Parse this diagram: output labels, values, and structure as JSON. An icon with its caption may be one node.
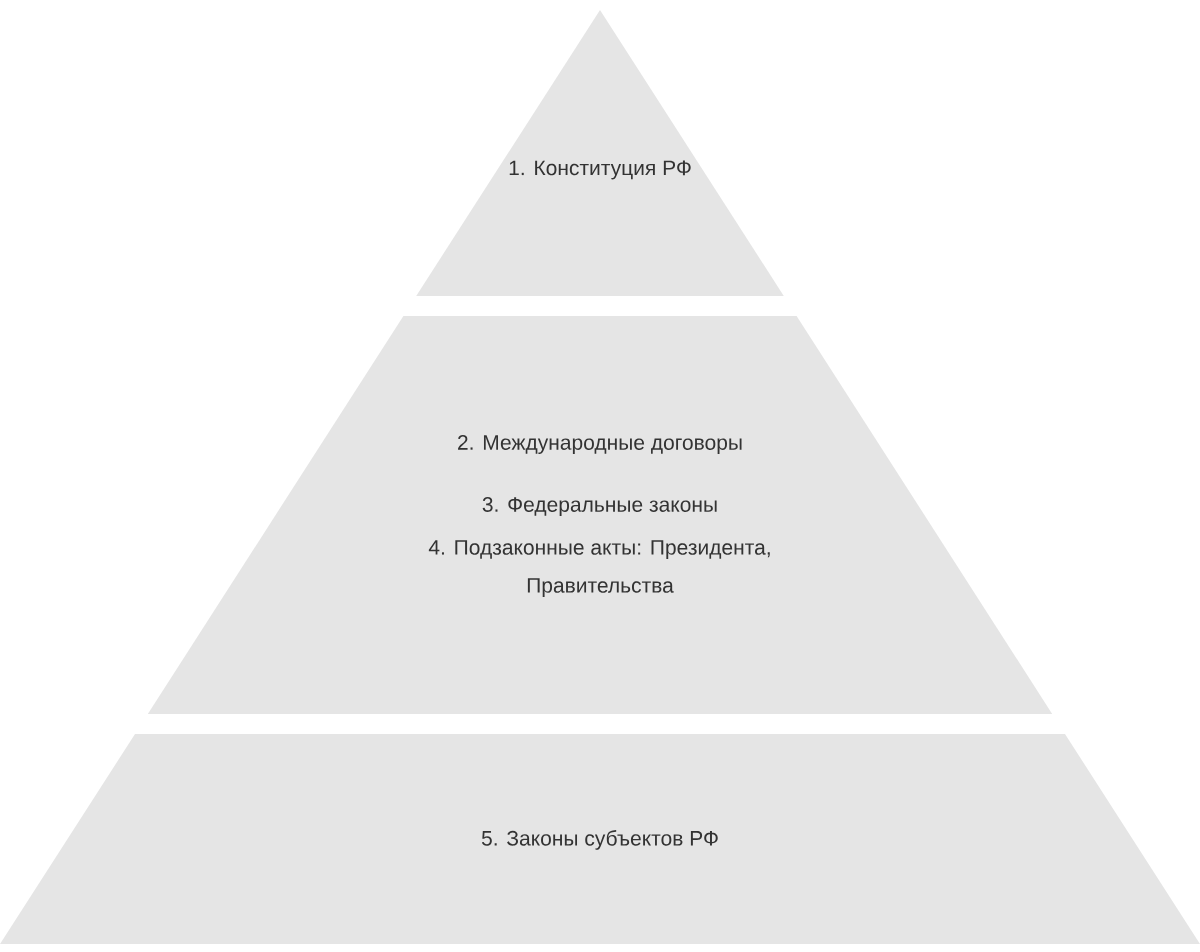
{
  "diagram": {
    "nodes": [
      {
        "text": [
          "1. Конституция РФ"
        ]
      },
      {
        "text": [
          "2. Международные договоры",
          "3. Федеральные законы",
          "4. Подзаконные акты: Президента, Правительства"
        ]
      },
      {
        "text": [
          "5. Законы субъектов РФ"
        ]
      }
    ]
  }
}
